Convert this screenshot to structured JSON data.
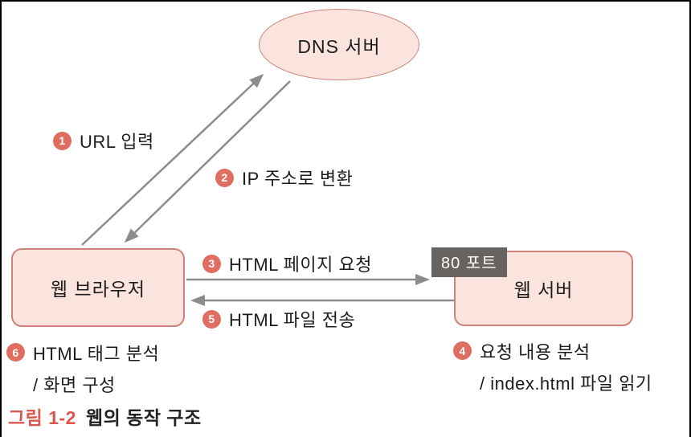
{
  "figure": {
    "nodes": {
      "dns": {
        "label": "DNS 서버"
      },
      "browser": {
        "label": "웹 브라우저"
      },
      "server": {
        "label": "웹 서버"
      }
    },
    "port_badge": "80 포트",
    "steps": [
      {
        "num": "1",
        "text": "URL 입력"
      },
      {
        "num": "2",
        "text": "IP 주소로 변환"
      },
      {
        "num": "3",
        "text": "HTML 페이지 요청"
      },
      {
        "num": "4",
        "text": "요청 내용 분석",
        "text2": "/ index.html 파일 읽기"
      },
      {
        "num": "5",
        "text": "HTML 파일 전송"
      },
      {
        "num": "6",
        "text": "HTML 태그 분석",
        "text2": "/ 화면 구성"
      }
    ],
    "caption": {
      "label": "그림 1-2",
      "title": "웹의 동작 구조"
    },
    "colors": {
      "node_fill": "#fbe4de",
      "node_border": "#cf8279",
      "step_circle": "#df6e60",
      "arrow": "#8c8c8c",
      "port_badge_bg": "#676360",
      "port_badge_text": "#ffffff",
      "caption_accent": "#d9574c",
      "text": "#1c1c1c",
      "frame_border": "#000000"
    }
  }
}
